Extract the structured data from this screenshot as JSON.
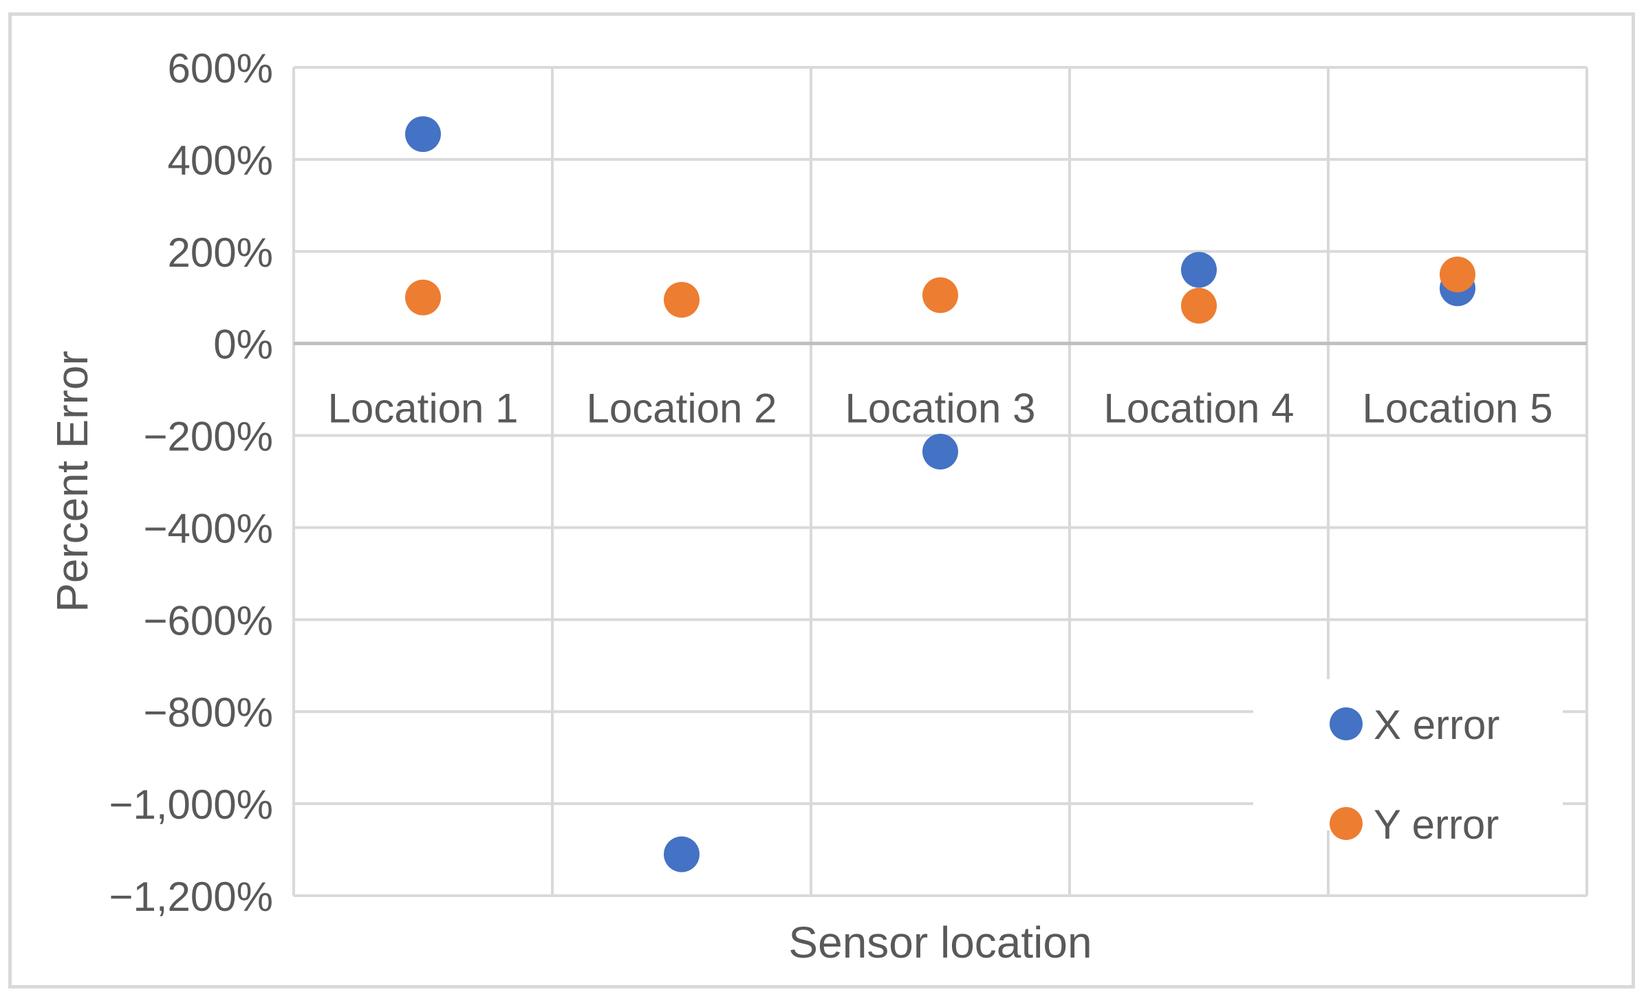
{
  "chart_data": {
    "type": "scatter",
    "title": "",
    "xlabel": "Sensor location",
    "ylabel": "Percent Error",
    "categories": [
      "Location 1",
      "Location 2",
      "Location 3",
      "Location 4",
      "Location 5"
    ],
    "ylim": [
      -1200,
      600
    ],
    "y_ticks": [
      600,
      400,
      200,
      0,
      -200,
      -400,
      -600,
      -800,
      -1000,
      -1200
    ],
    "y_tick_labels": [
      "600%",
      "400%",
      "200%",
      "0%",
      "−200%",
      "−400%",
      "−600%",
      "−800%",
      "−1,000%",
      "−1,200%"
    ],
    "y_unit": "%",
    "grid": true,
    "legend_position": "bottom-right",
    "series": [
      {
        "name": "X error",
        "color": "#4472C4",
        "values": [
          455,
          -1110,
          -235,
          160,
          120
        ]
      },
      {
        "name": "Y error",
        "color": "#ED7D31",
        "values": [
          100,
          95,
          105,
          82,
          150
        ]
      }
    ]
  }
}
